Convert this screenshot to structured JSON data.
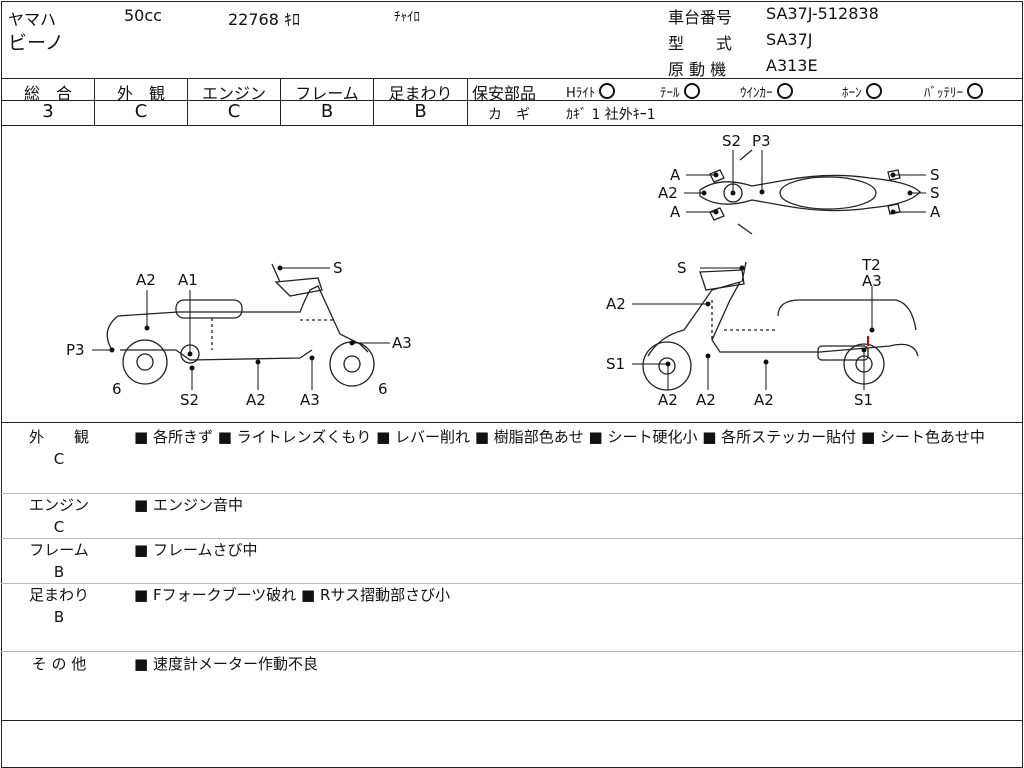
{
  "header": {
    "maker": "ヤマハ",
    "cc": "50cc",
    "mileage": "22768 ｷﾛ",
    "color": "ﾁｬｲﾛ",
    "model_name": "ビーノ",
    "frame_no_label": "車台番号",
    "frame_no": "SA37J-512838",
    "type_label": "型　　式",
    "type": "SA37J",
    "engine_label": "原 動 機",
    "engine": "A313E"
  },
  "grades": {
    "headers": [
      "総　合",
      "外　観",
      "エンジン",
      "フレーム",
      "足まわり"
    ],
    "values": [
      "3",
      "C",
      "C",
      "B",
      "B"
    ]
  },
  "safety": {
    "label": "保安部品",
    "items": [
      "Hﾗｲﾄ",
      "ﾃｰﾙ",
      "ｳｲﾝｶｰ",
      "ﾎｰﾝ",
      "ﾊﾞｯﾃﾘｰ"
    ],
    "key_label": "カ　ギ",
    "key_value": "ｶｷﾞ 1 社外ｷｰ1"
  },
  "diagram_labels": {
    "left_side": [
      "A2",
      "A1",
      "S",
      "P3",
      "A3",
      "6",
      "S2",
      "A2",
      "A3",
      "6"
    ],
    "right_side": [
      "S",
      "T2",
      "A3",
      "A2",
      "S1",
      "A2",
      "A2",
      "A2",
      "S1"
    ],
    "top_view": [
      "S2",
      "P3",
      "A",
      "A2",
      "A",
      "S",
      "S",
      "A"
    ]
  },
  "notes": [
    {
      "label": "外　　観",
      "grade": "C",
      "text": "■ 各所きず ■ ライトレンズくもり ■ レバー削れ ■ 樹脂部色あせ ■ シート硬化小 ■ 各所ステッカー貼付 ■ シート色あせ中"
    },
    {
      "label": "エンジン",
      "grade": "C",
      "text": "■ エンジン音中"
    },
    {
      "label": "フレーム",
      "grade": "B",
      "text": "■ フレームさび中"
    },
    {
      "label": "足まわり",
      "grade": "B",
      "text": "■ Fフォークブーツ破れ ■ Rサス摺動部さび小"
    },
    {
      "label": "そ の 他",
      "grade": "",
      "text": "■ 速度計メーター作動不良"
    }
  ]
}
